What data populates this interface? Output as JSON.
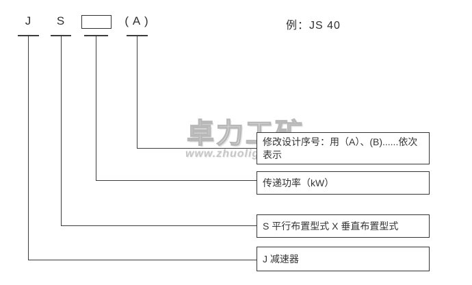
{
  "model_code": {
    "part_j": "J",
    "part_s": "S",
    "part_a": "( A )",
    "example": "例：JS 40"
  },
  "legend_boxes": [
    {
      "name": "design-revision",
      "line1": "修改设计序号：用（A）、(B)......依次",
      "line2": "表示"
    },
    {
      "name": "power",
      "line1": "传递功率（kW）",
      "line2": ""
    },
    {
      "name": "arrangement",
      "line1": "S 平行布置型式  X 垂直布置型式",
      "line2": ""
    },
    {
      "name": "reducer",
      "line1": "J 减速器",
      "line2": ""
    }
  ],
  "watermark": {
    "brand": "卓力工矿",
    "url": "www.zhuoligk"
  },
  "colors": {
    "line": "#3b3b3b",
    "border": "#333333",
    "text": "#333333",
    "watermark_stroke": "#b8b8b8",
    "background": "#ffffff"
  }
}
